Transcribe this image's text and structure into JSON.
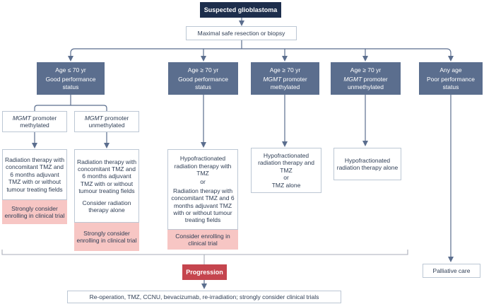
{
  "figure": {
    "suspected": "Suspected glioblastoma",
    "resection": "Maximal safe resection or biopsy",
    "headers": [
      {
        "line1": "Age ≤ 70 yr",
        "line2_italic": "",
        "line2": "Good performance status"
      },
      {
        "line1": "Age ≥ 70 yr",
        "line2_italic": "",
        "line2": "Good performance status"
      },
      {
        "line1": "Age ≥ 70 yr",
        "line2_italic": "MGMT",
        "line2": " promoter methylated"
      },
      {
        "line1": "Age ≥ 70 yr",
        "line2_italic": "MGMT",
        "line2": " promoter unmethylated"
      },
      {
        "line1": "Any age",
        "line2_italic": "",
        "line2": "Poor performance status"
      }
    ],
    "mgmt": [
      {
        "italic": "MGMT",
        "rest": " promoter methylated"
      },
      {
        "italic": "MGMT",
        "rest": " promoter unmethylated"
      }
    ],
    "treatments": {
      "t1": {
        "p1": "Radiation therapy with concomitant TMZ and 6 months adjuvant TMZ with or without tumour treating fields",
        "pink": "Strongly consider enrolling in clinical trial"
      },
      "t2": {
        "p1": "Radiation therapy with concomitant TMZ and 6 months adjuvant TMZ with or without tumour treating fields",
        "p2": "Consider radiation therapy alone",
        "pink": "Strongly consider enrolling in clinical trial"
      },
      "t3": {
        "p1": "Hypofractionated radiation therapy with TMZ",
        "p2": "or",
        "p3": "Radiation therapy with concomitant TMZ and 6 months adjuvant TMZ with or without tumour treating fields",
        "pink": "Consider enrolling in clinical trial"
      },
      "t4": {
        "p1": "Hypofractionated radiation therapy and TMZ",
        "p2": "or",
        "p3": "TMZ alone"
      },
      "t5": {
        "p1": "Hypofractionated radiation therapy alone"
      }
    },
    "progression": "Progression",
    "palliative": "Palliative care",
    "recurrence": "Re-operation, TMZ, CCNU, bevacizumab, re-irradiation; strongly consider clinical trials",
    "palette": {
      "navy": "#1d2e4c",
      "slate": "#5b6e8e",
      "pink": "#f7c6c4",
      "red": "#c5454e",
      "border": "#bcc7d4",
      "bracket_grey": "#a9aeb9"
    }
  }
}
